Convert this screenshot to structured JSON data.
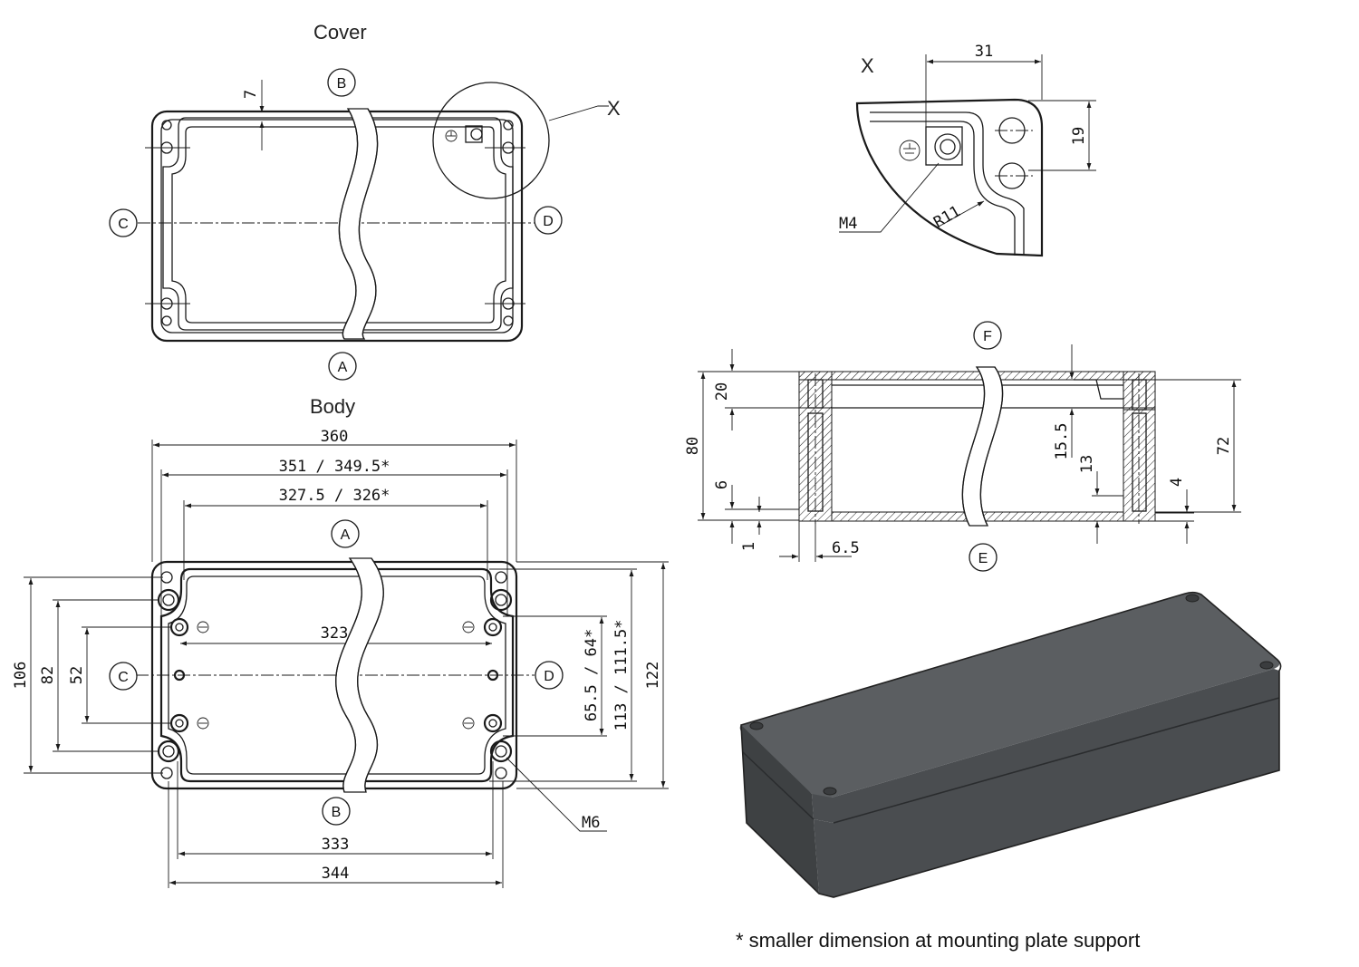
{
  "titles": {
    "cover": "Cover",
    "body": "Body"
  },
  "labels": {
    "a": "A",
    "b": "B",
    "c": "C",
    "d": "D",
    "e": "E",
    "f": "F",
    "x": "X"
  },
  "cover_dims": {
    "flange": "7"
  },
  "detail_x_dims": {
    "width": "31",
    "height": "19",
    "radius": "R11",
    "thread": "M4"
  },
  "body_dims": {
    "overall_length": "360",
    "inner_length": "351 / 349.5*",
    "inner_length_2": "327.5 / 326*",
    "screw_spacing": "323",
    "hole_spacing_333": "333",
    "hole_spacing_344": "344",
    "height_106": "106",
    "height_82": "82",
    "height_52": "52",
    "height_65": "65.5 / 64*",
    "height_113": "113 / 111.5*",
    "height_122": "122",
    "thread": "M6"
  },
  "section_dims": {
    "total_height": "80",
    "cover_height": "20",
    "bottom_6": "6",
    "bottom_1": "1",
    "wall_6_5": "6.5",
    "inner_15_5": "15.5",
    "inner_13": "13",
    "body_72": "72",
    "bottom_4": "4"
  },
  "footnote": "* smaller dimension at mounting plate support",
  "colors": {
    "line": "#1a1a1a",
    "enclosure_top": "#5b5e61",
    "enclosure_front": "#4a4d50",
    "enclosure_side": "#3e4143"
  }
}
